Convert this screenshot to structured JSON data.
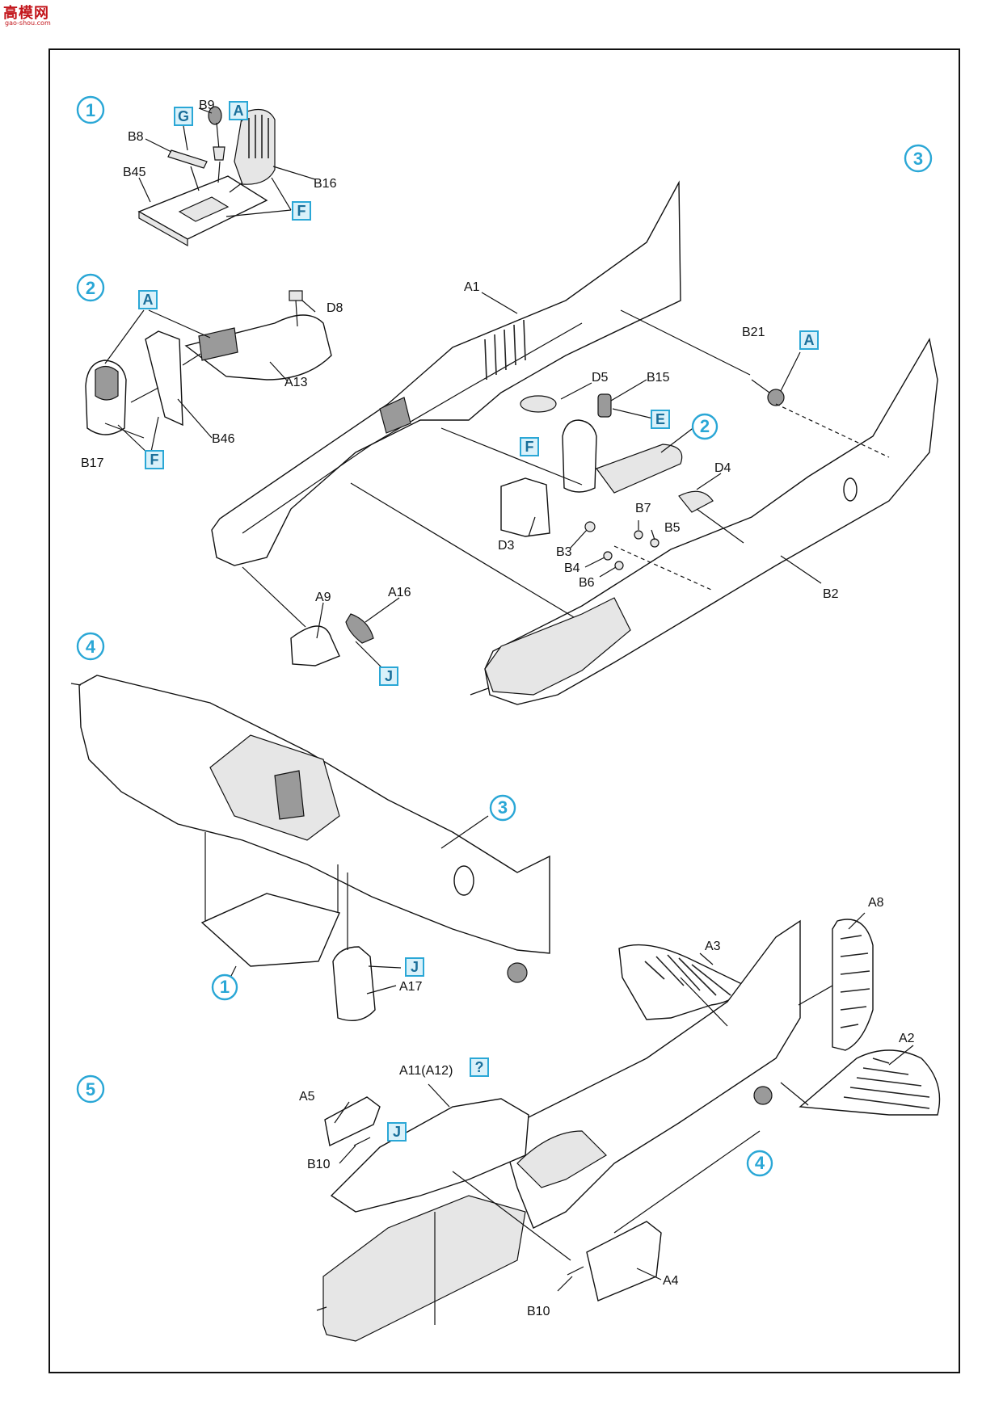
{
  "watermark": {
    "brand": "高模网",
    "url": "gao-shou.com"
  },
  "steps": {
    "s1": "1",
    "s2": "2",
    "s3": "3",
    "s4": "4",
    "s5": "5",
    "ref2": "2",
    "ref3": "3",
    "ref1": "1",
    "ref4": "4"
  },
  "colors": {
    "G": "G",
    "A1": "A",
    "F1": "F",
    "A2": "A",
    "F2": "F",
    "F3": "F",
    "A3": "A",
    "E3": "E",
    "J3": "J",
    "J4": "J",
    "J5": "J",
    "Q5": "?"
  },
  "parts": {
    "B9": "B9",
    "B8": "B8",
    "B45": "B45",
    "B16": "B16",
    "D8": "D8",
    "A13": "A13",
    "B46": "B46",
    "B17": "B17",
    "A1": "A1",
    "D5": "D5",
    "B15": "B15",
    "B21": "B21",
    "D4": "D4",
    "D3": "D3",
    "B7": "B7",
    "B5": "B5",
    "B3": "B3",
    "B4": "B4",
    "B6": "B6",
    "B2": "B2",
    "A9": "A9",
    "A16": "A16",
    "A17": "A17",
    "A3": "A3",
    "A8": "A8",
    "A2": "A2",
    "A11A12": "A11(A12)",
    "A5": "A5",
    "B10a": "B10",
    "B10b": "B10",
    "A4": "A4"
  }
}
